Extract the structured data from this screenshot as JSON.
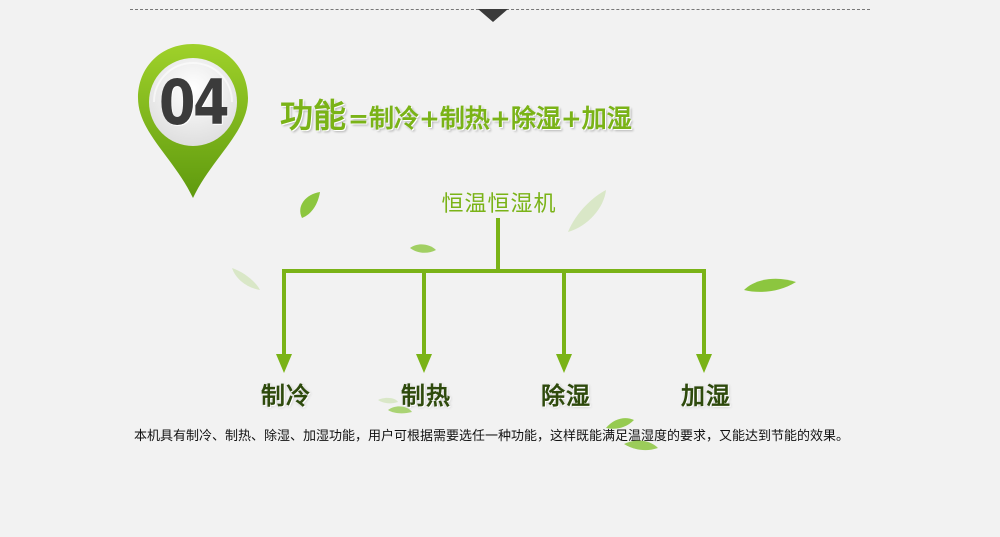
{
  "section_number": "04",
  "headline": {
    "main": "功能",
    "rest": "=制冷+制热+除湿+加湿"
  },
  "diagram": {
    "root": "恒温恒湿机",
    "children": [
      "制冷",
      "制热",
      "除湿",
      "加湿"
    ]
  },
  "description": "本机具有制冷、制热、除湿、加湿功能，用户可根据需要选任一种功能，这样既能满足温湿度的要求，又能达到节能的效果。",
  "colors": {
    "accent": "#7ab317",
    "dark_green": "#2e4a0c",
    "background": "#f2f2f2"
  }
}
